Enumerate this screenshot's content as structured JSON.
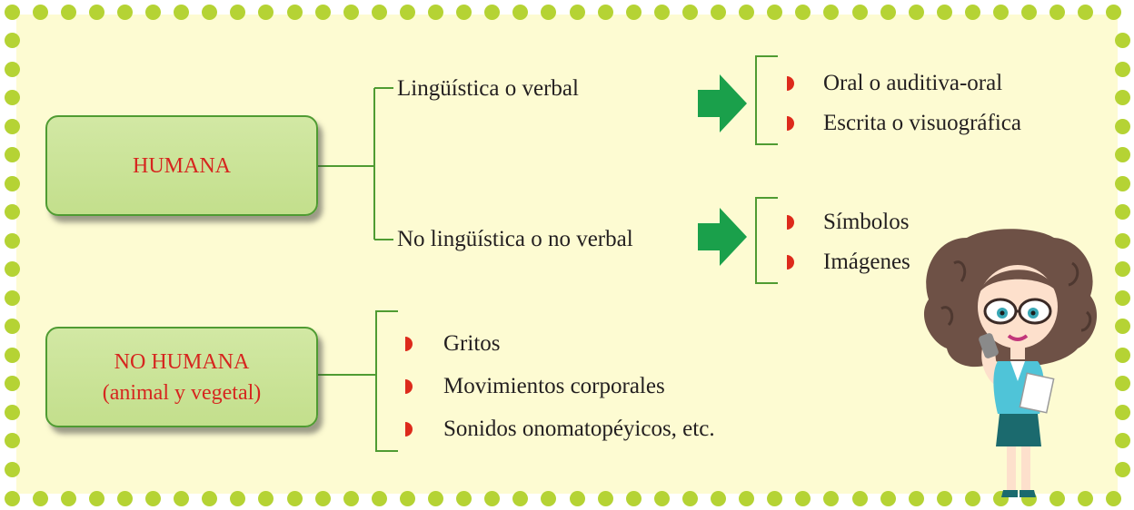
{
  "boxes": {
    "humana": "HUMANA",
    "no_humana_line1": "NO HUMANA",
    "no_humana_line2": "(animal y vegetal)"
  },
  "branches": {
    "linguistica": "Lingüística o verbal",
    "no_linguistica": "No lingüística o no verbal"
  },
  "linguistica_items": [
    "Oral o auditiva-oral",
    "Escrita o visuográfica"
  ],
  "no_linguistica_items": [
    "Símbolos",
    "Imágenes"
  ],
  "no_humana_items": [
    "Gritos",
    "Movimientos corporales",
    "Sonidos onomatopéyicos, etc."
  ],
  "colors": {
    "border_dots": "#b5d334",
    "background": "#fdfbd2",
    "box_fill": "#c9e295",
    "box_text": "#d6261f",
    "connector": "#4f9b32",
    "arrow": "#1aa04b",
    "bullet": "#dd2a1b"
  },
  "illustration": "woman-with-phone-illustration"
}
